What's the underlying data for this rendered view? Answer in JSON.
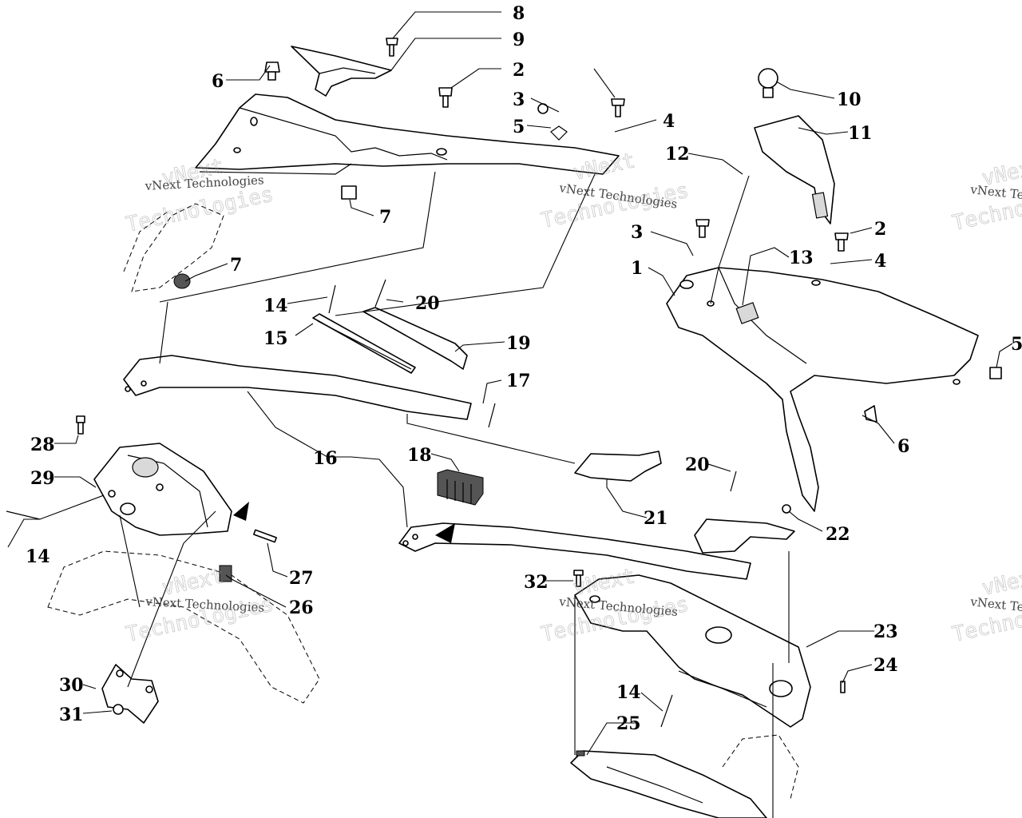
{
  "watermark": {
    "line1": "vNext Technologies",
    "line2": "vNext",
    "line3": "Technologies"
  },
  "callouts": {
    "c1": "1",
    "c2a": "2",
    "c2b": "2",
    "c3a": "3",
    "c3b": "3",
    "c4a": "4",
    "c4b": "4",
    "c5a": "5",
    "c5b": "5",
    "c6a": "6",
    "c6b": "6",
    "c7a": "7",
    "c7b": "7",
    "c8": "8",
    "c9": "9",
    "c10": "10",
    "c11": "11",
    "c12": "12",
    "c13": "13",
    "c14a": "14",
    "c14b": "14",
    "c14c": "14",
    "c15": "15",
    "c16": "16",
    "c17": "17",
    "c18": "18",
    "c19": "19",
    "c20a": "20",
    "c20b": "20",
    "c21": "21",
    "c22": "22",
    "c23": "23",
    "c24": "24",
    "c25": "25",
    "c26": "26",
    "c27": "27",
    "c28": "28",
    "c29": "29",
    "c30": "30",
    "c31": "31",
    "c32": "32"
  }
}
